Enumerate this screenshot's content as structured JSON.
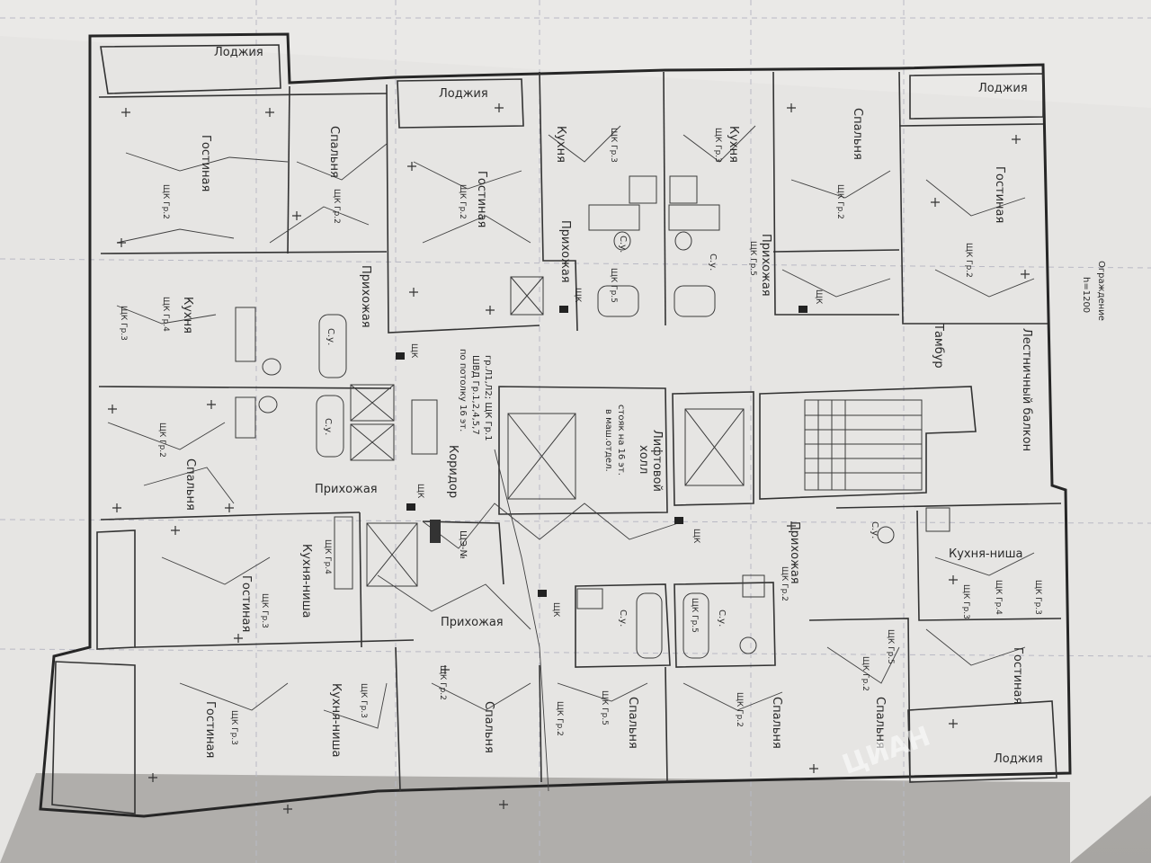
{
  "plan": {
    "labels": {
      "lodzhia": "Лоджия",
      "gostinaya": "Гостиная",
      "spalnya": "Спальня",
      "spalnya2": "Спальня",
      "kukhnya": "Кухня",
      "kukhnya_nisha": "Кухня-ниша",
      "prikhozhaya": "Прихожая",
      "su": "С.у.",
      "koridor": "Коридор",
      "lift_holl_1": "Лифтовой",
      "lift_holl_2": "холл",
      "lift_note_1": "стояк на 16 эт.",
      "lift_note_2": "в маш.отдел.",
      "tambur": "Тамбур",
      "balkon": "Лестничный балкон",
      "ograzhdenie_1": "Ограждение",
      "ograzhdenie_2": "h=1200",
      "shchk": "ЩК",
      "shcho": "ЩЭ-№",
      "panel_note_1": "гр.Л1,Л2; ЩК Гр.1",
      "panel_note_2": "ШВД Гр.1,2,4,5,7",
      "panel_note_3": "по потолку 16 эт.",
      "gr1": "ЩК Гр.2",
      "gr2": "ЩК Гр.3",
      "gr3": "ЩК Гр.4",
      "gr4": "ЩК Гр.5",
      "watermark": "ЦИАН"
    }
  }
}
